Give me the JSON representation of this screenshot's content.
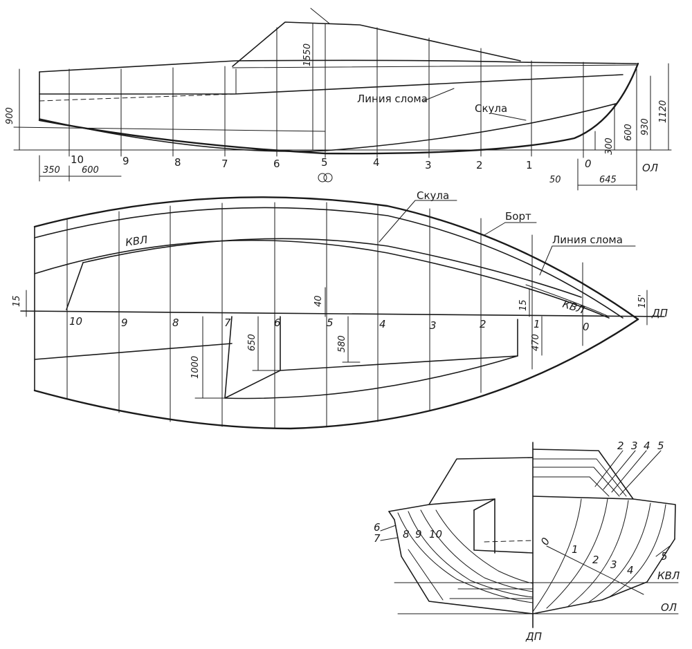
{
  "profile": {
    "stations": [
      "10",
      "9",
      "8",
      "7",
      "6",
      "5",
      "4",
      "3",
      "2",
      "1",
      "0"
    ],
    "labels": {
      "chine": "Скула",
      "break_line": "Линия слома",
      "baseline": "ОЛ"
    },
    "dims": {
      "cabin_height": "1550",
      "transom_height": "900",
      "bow_930": "930",
      "bow_1120": "1120",
      "bow_600": "600",
      "bow_300": "300",
      "stern_350": "350",
      "spacing_600": "600",
      "bow_50": "50",
      "bow_645": "645"
    }
  },
  "plan": {
    "stations": [
      "10",
      "9",
      "8",
      "7",
      "6",
      "5",
      "4",
      "3",
      "2",
      "1",
      "0"
    ],
    "labels": {
      "chine": "Скула",
      "side": "Борт",
      "break_line": "Линия слома",
      "waterline_top": "КВЛ",
      "waterline_bow": "КВЛ",
      "centerline": "ДП"
    },
    "dims": {
      "stern_15": "15",
      "mid_40": "40",
      "st1_15": "15",
      "bow_15": "15'",
      "d1000": "1000",
      "d650": "650",
      "d580": "580",
      "d470": "470"
    }
  },
  "body_plan": {
    "fore_stations": [
      "2",
      "3",
      "4",
      "5"
    ],
    "fore_lower": [
      "0",
      "1",
      "2",
      "3",
      "4"
    ],
    "fore_side": "5",
    "aft_stations": [
      "6",
      "7",
      "8",
      "9",
      "10"
    ],
    "labels": {
      "waterline": "КВЛ",
      "baseline": "ОЛ",
      "centerline": "ДП"
    }
  }
}
